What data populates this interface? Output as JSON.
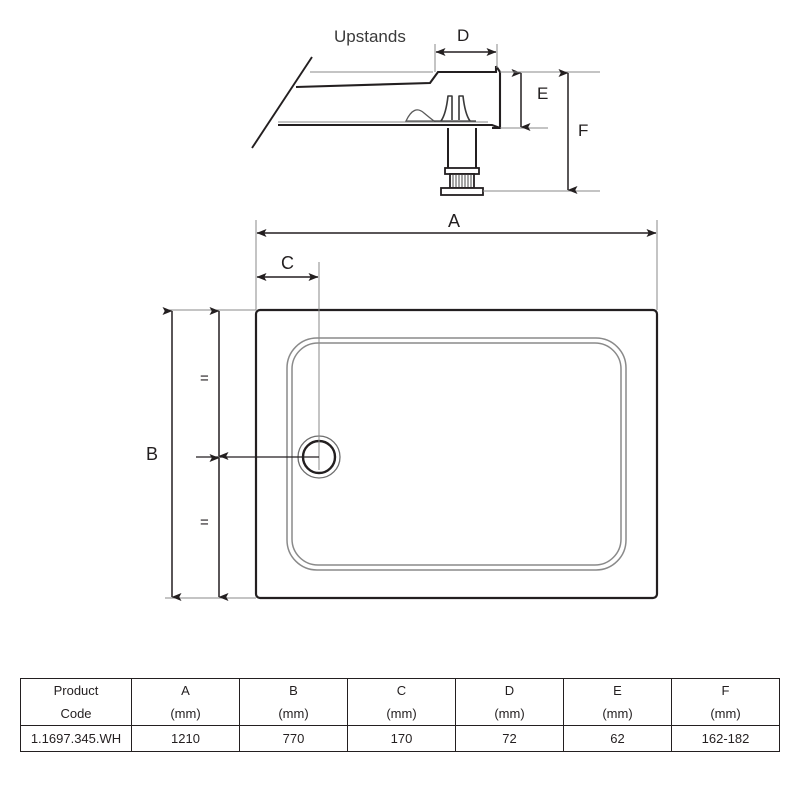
{
  "drawing": {
    "section_label": "Upstands",
    "dimensions": {
      "A": "A",
      "B": "B",
      "C": "C",
      "D": "D",
      "E": "E",
      "F": "F",
      "equal_upper": "=",
      "equal_lower": "="
    }
  },
  "table": {
    "headers": [
      {
        "name": "Product",
        "unit": "Code"
      },
      {
        "name": "A",
        "unit": "(mm)"
      },
      {
        "name": "B",
        "unit": "(mm)"
      },
      {
        "name": "C",
        "unit": "(mm)"
      },
      {
        "name": "D",
        "unit": "(mm)"
      },
      {
        "name": "E",
        "unit": "(mm)"
      },
      {
        "name": "F",
        "unit": "(mm)"
      }
    ],
    "rows": [
      {
        "code": "1.1697.345.WH",
        "A": "1210",
        "B": "770",
        "C": "170",
        "D": "72",
        "E": "62",
        "F": "162-182"
      }
    ]
  },
  "colors": {
    "line": "#231f20",
    "thin_line": "#6e6e6e",
    "background": "#ffffff"
  }
}
